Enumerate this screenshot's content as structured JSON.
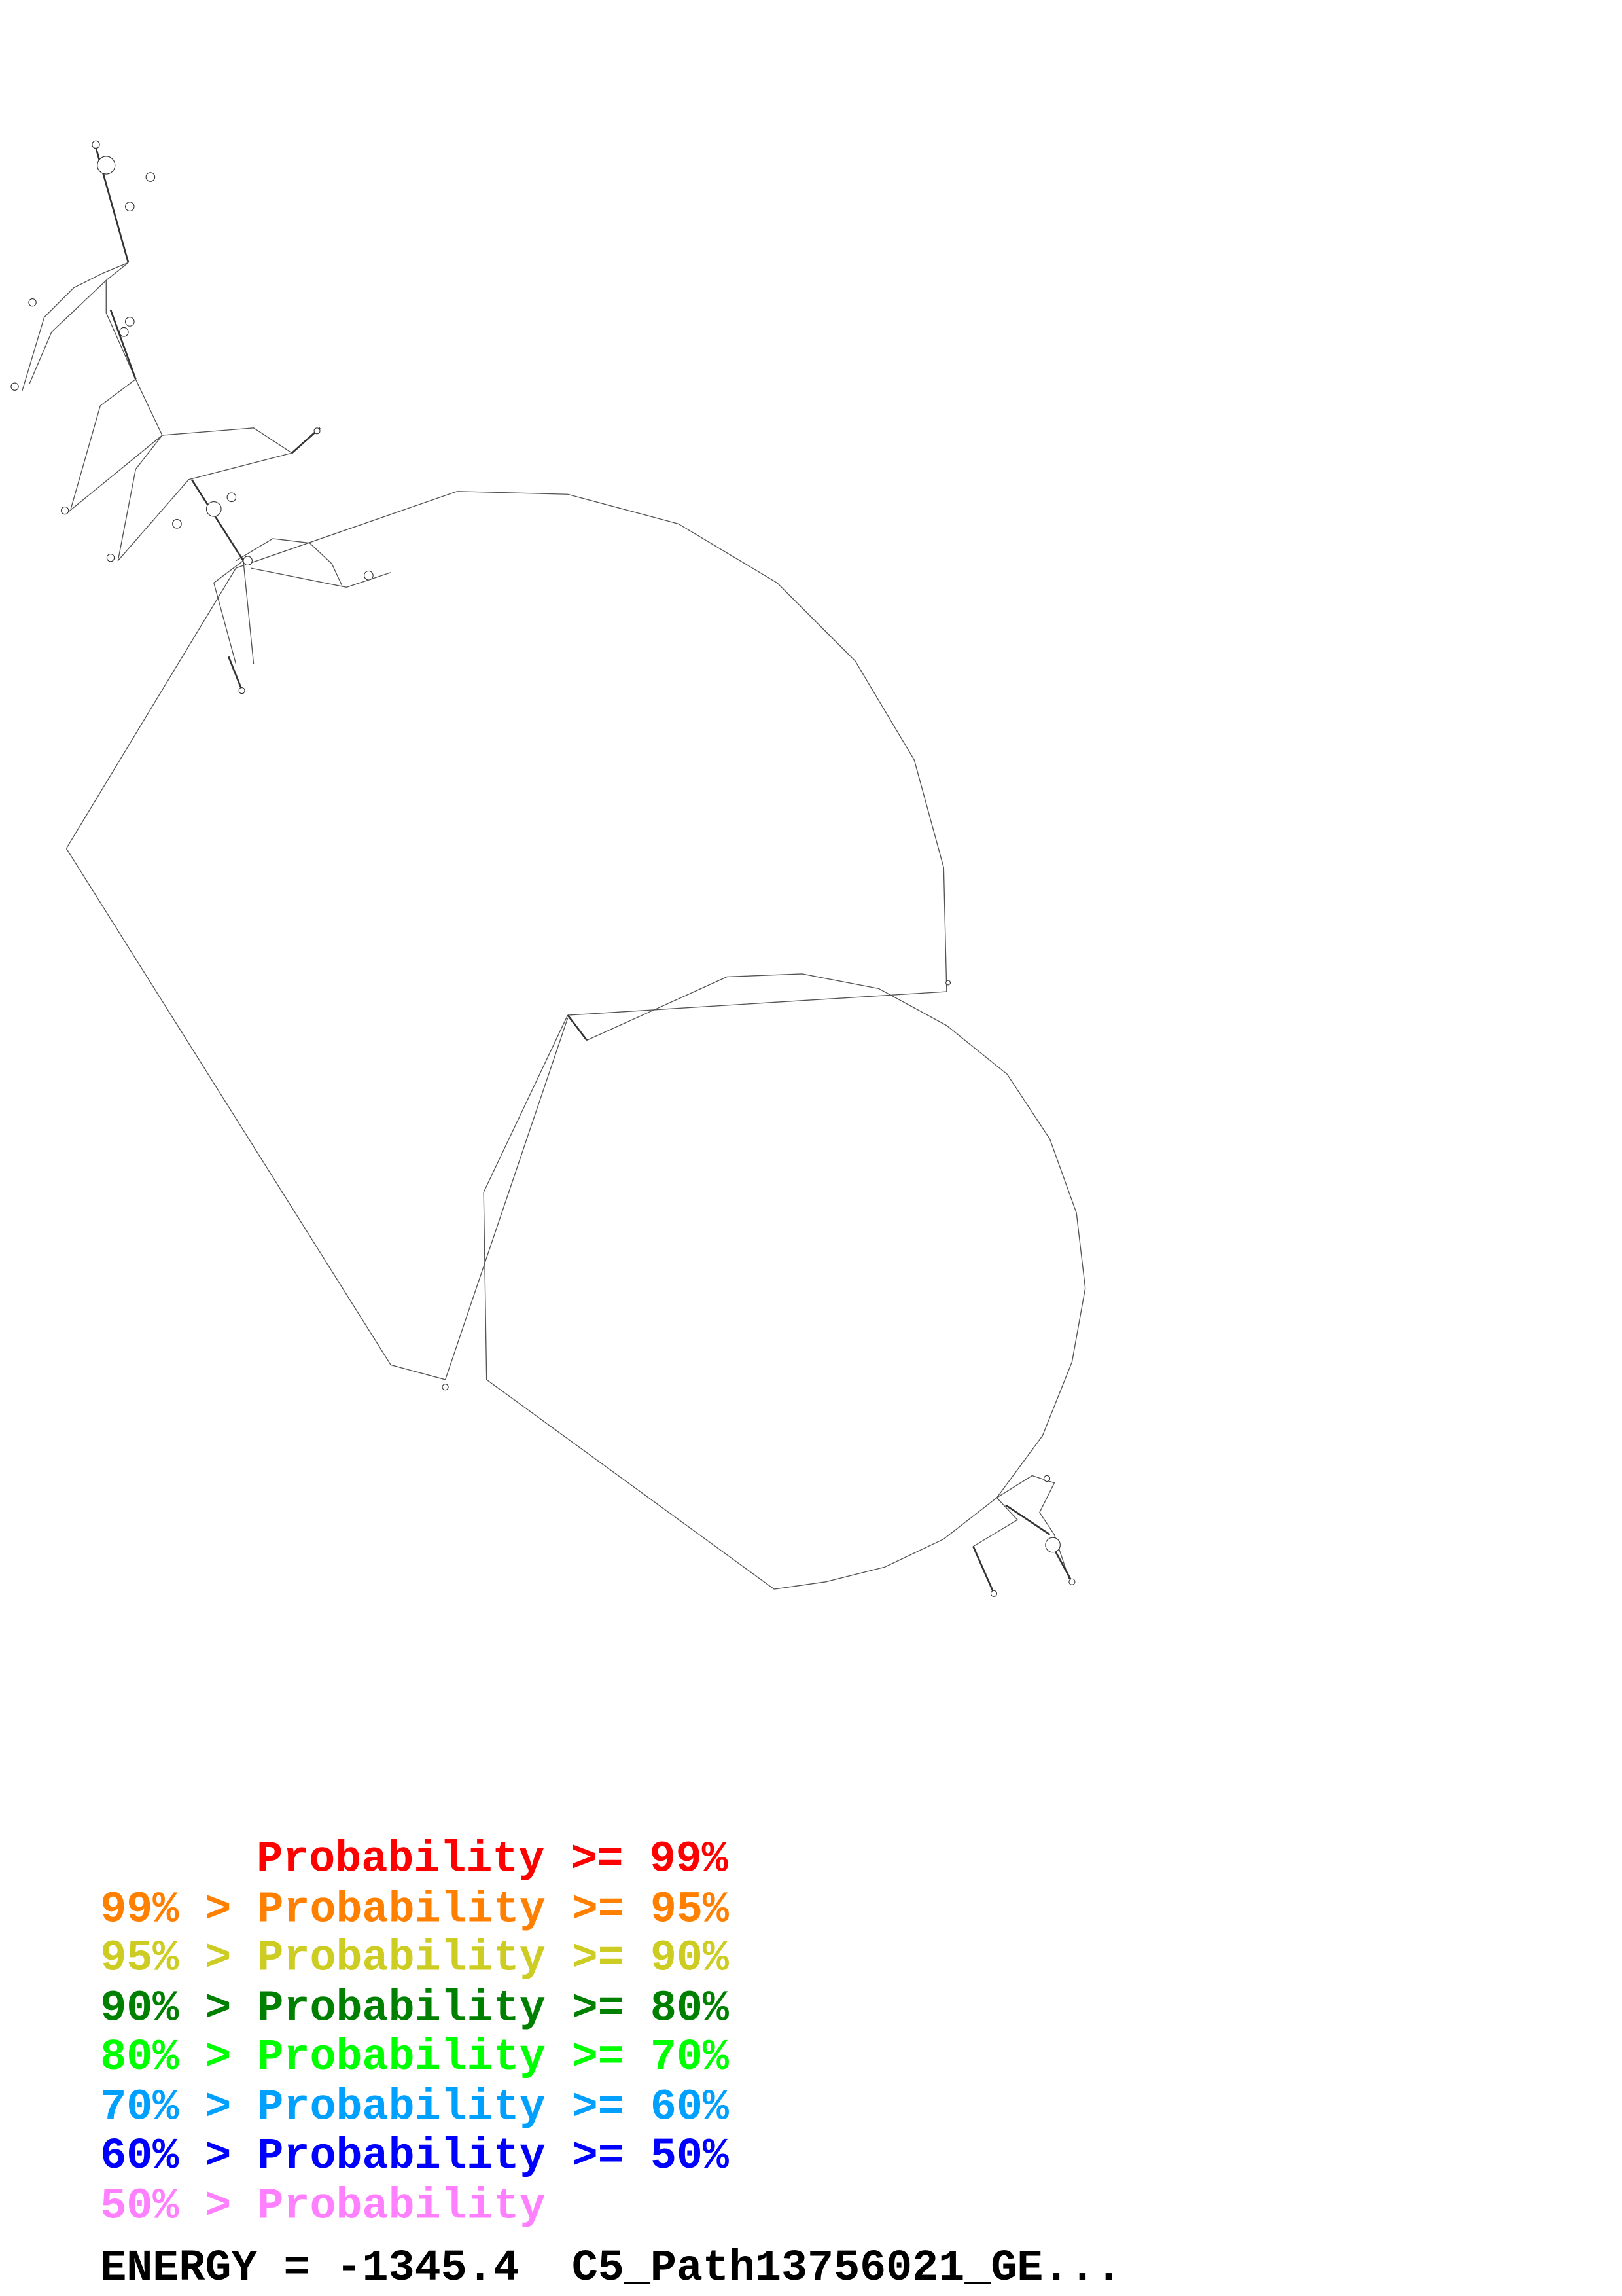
{
  "diagram": {
    "type": "rna-secondary-structure",
    "legend": [
      {
        "text": "Probability >= 99%",
        "color": "#ff0000"
      },
      {
        "text": "99% > Probability >= 95%",
        "color": "#ff8000"
      },
      {
        "text": "95% > Probability >= 90%",
        "color": "#cccc22"
      },
      {
        "text": "90% > Probability >= 80%",
        "color": "#008000"
      },
      {
        "text": "80% > Probability >= 70%",
        "color": "#00ff00"
      },
      {
        "text": "70% > Probability >= 60%",
        "color": "#00a0ff"
      },
      {
        "text": "60% > Probability >= 50%",
        "color": "#0000ff"
      },
      {
        "text": "50% > Probability",
        "color": "#ff80ff"
      }
    ],
    "footer": "ENERGY = -1345.4  C5_Path13756021_GE..."
  }
}
